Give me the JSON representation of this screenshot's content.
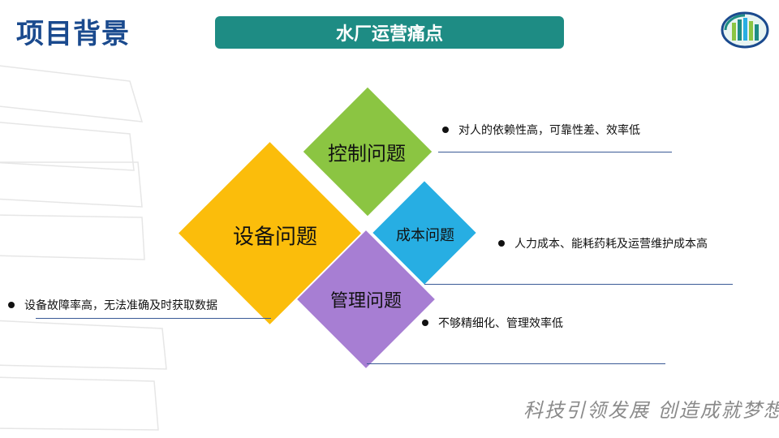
{
  "header": {
    "page_title": "项目背景",
    "banner_title": "水厂运营痛点"
  },
  "diagram": {
    "control": "控制问题",
    "cost": "成本问题",
    "management": "管理问题",
    "equipment": "设备问题"
  },
  "points": {
    "control": "对人的依赖性高，可靠性差、效率低",
    "cost": "人力成本、能耗药耗及运营维护成本高",
    "management": "不够精细化、管理效率低",
    "equipment": "设备故障率高，无法准确及时获取数据"
  },
  "footer": {
    "slogan": "科技引领发展 创造成就梦想"
  },
  "colors": {
    "title": "#1a4a8e",
    "banner": "#1e8c84",
    "control": "#8bc542",
    "cost": "#27aee3",
    "management": "#a77ed3",
    "equipment": "#fbbd0b"
  },
  "icons": {
    "logo": "company-logo-icon"
  }
}
